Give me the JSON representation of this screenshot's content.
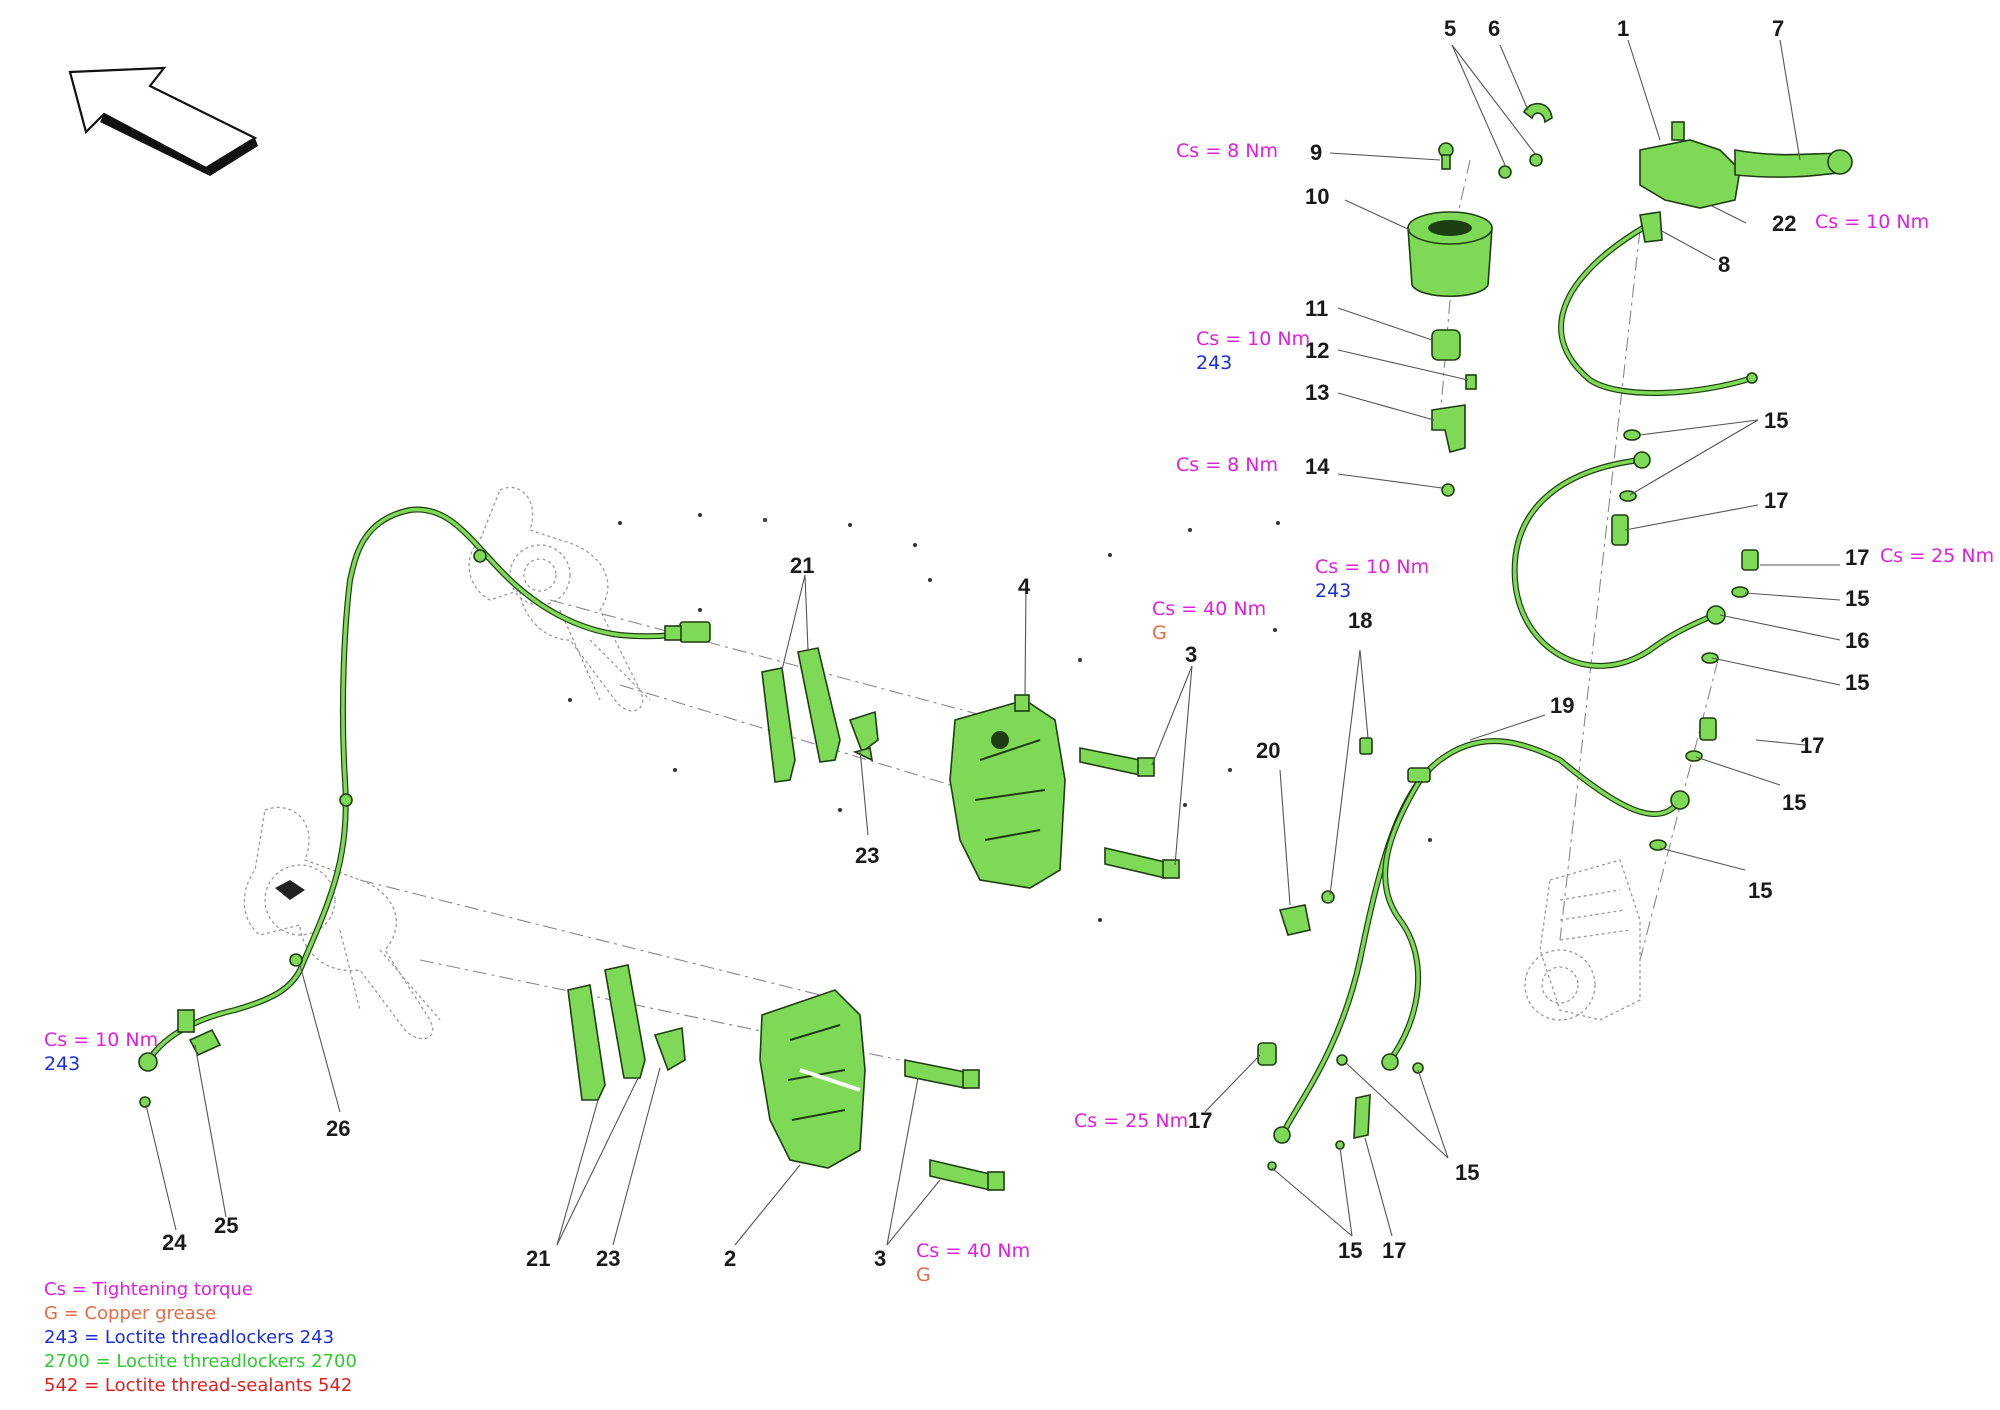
{
  "callouts": {
    "c1": "1",
    "c2": "2",
    "c3a": "3",
    "c3b": "3",
    "c4": "4",
    "c5": "5",
    "c6": "6",
    "c7": "7",
    "c8": "8",
    "c9": "9",
    "c10": "10",
    "c11": "11",
    "c12": "12",
    "c13": "13",
    "c14": "14",
    "c15a": "15",
    "c15b": "15",
    "c15c": "15",
    "c15d": "15",
    "c15e": "15",
    "c15f": "15",
    "c15g": "15",
    "c16": "16",
    "c17a": "17",
    "c17b": "17",
    "c17c": "17",
    "c17d": "17",
    "c17e": "17",
    "c18": "18",
    "c19": "19",
    "c20": "20",
    "c21a": "21",
    "c21b": "21",
    "c22": "22",
    "c23a": "23",
    "c23b": "23",
    "c24": "24",
    "c25": "25",
    "c26": "26"
  },
  "specs": {
    "s9": "Cs = 8 Nm",
    "s22": "Cs = 10 Nm",
    "s12": "Cs = 10 Nm",
    "s12_loc": "243",
    "s14": "Cs = 8 Nm",
    "s18": "Cs = 10 Nm",
    "s18_loc": "243",
    "s17a": "Cs = 25 Nm",
    "s3a": "Cs = 40 Nm",
    "s3a_g": "G",
    "s24": "Cs = 10 Nm",
    "s24_loc": "243",
    "s17b": "Cs = 25 Nm",
    "s3b": "Cs = 40 Nm",
    "s3b_g": "G"
  },
  "legend": {
    "cs": "Cs = Tightening torque",
    "g": "G = Copper grease",
    "l243": "243 =  Loctite threadlockers 243",
    "l2700": "2700 = Loctite threadlockers 2700",
    "l542": "542 = Loctite thread-sealants 542"
  },
  "colors": {
    "part": "#7ed957",
    "torque": "#e020e0",
    "grease": "#e86a4a",
    "loctite243": "#1a2fd6",
    "loctite2700": "#2ecc2e",
    "sealant542": "#e02020"
  }
}
